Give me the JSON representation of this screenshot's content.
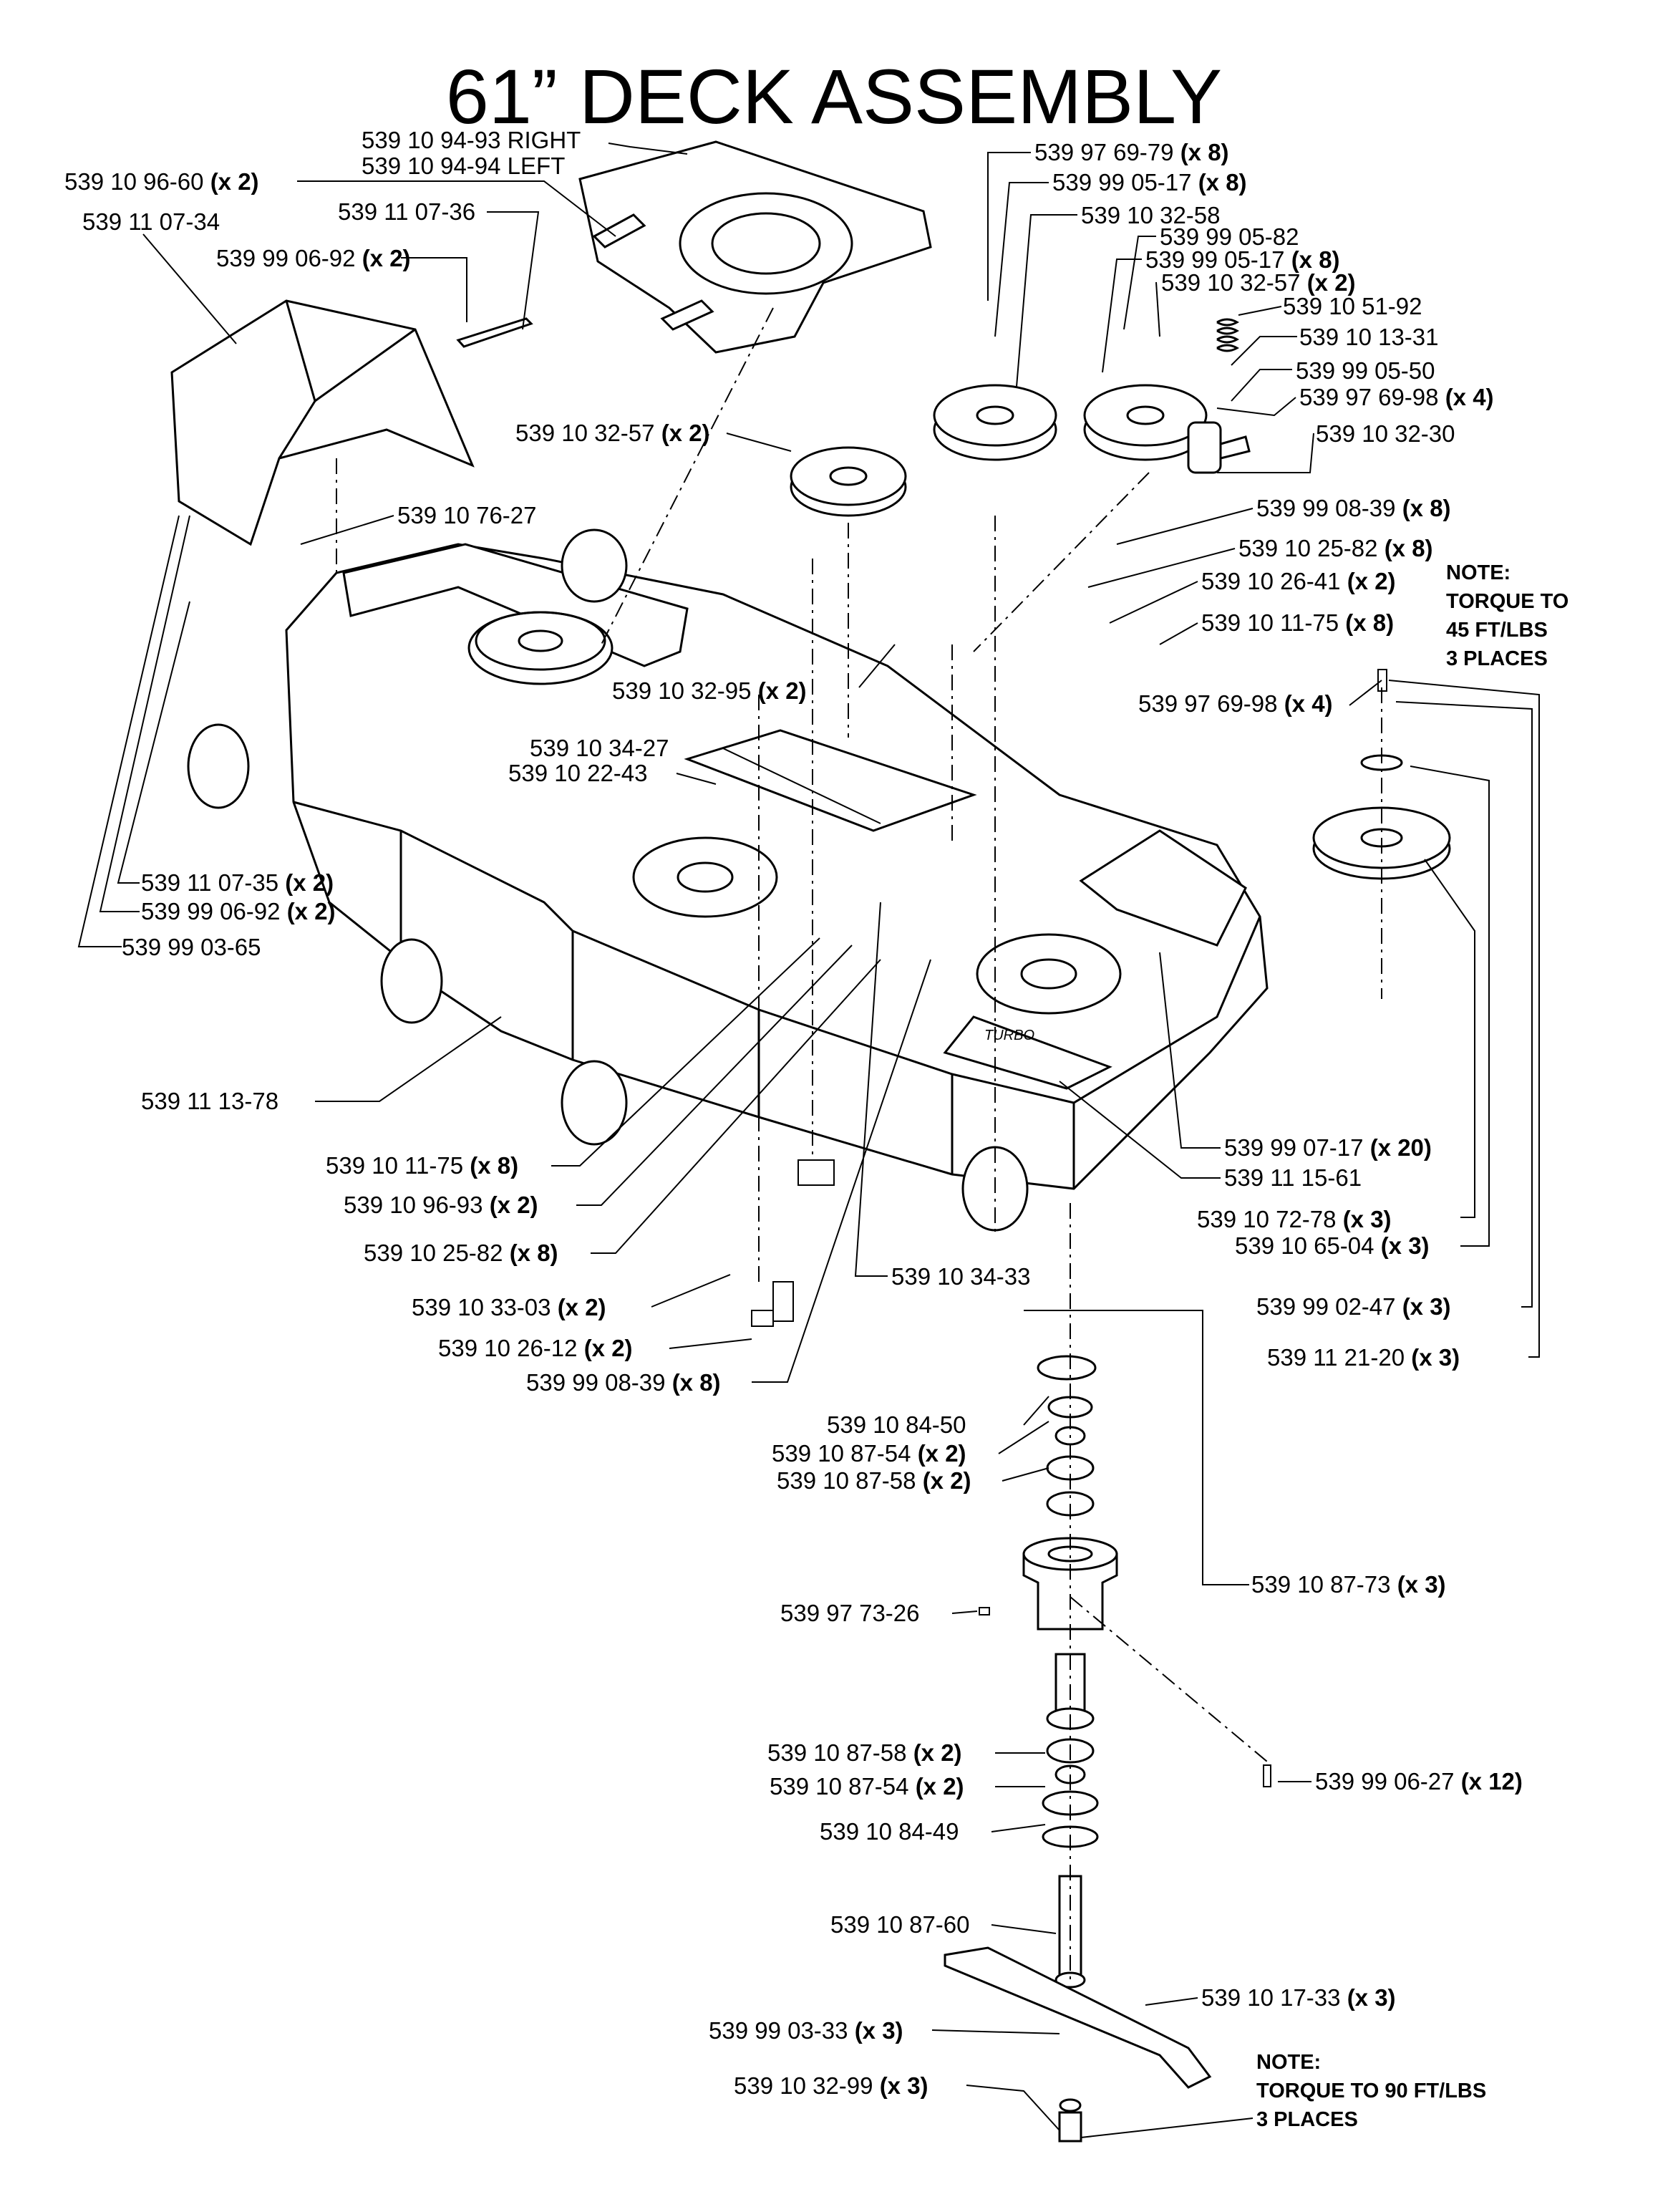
{
  "title": "61” DECK ASSEMBLY",
  "labels": [
    {
      "part": "539 10 94-93 RIGHT",
      "qty": ""
    },
    {
      "part": "539 10 94-94 LEFT",
      "qty": ""
    },
    {
      "part": "539 10 96-60",
      "qty": "(x 2)"
    },
    {
      "part": "539 11 07-34",
      "qty": ""
    },
    {
      "part": "539 11 07-36",
      "qty": ""
    },
    {
      "part": "539 99 06-92",
      "qty": "(x 2)"
    },
    {
      "part": "539 10 32-57",
      "qty": "(x 2)"
    },
    {
      "part": "539 10 76-27",
      "qty": ""
    },
    {
      "part": "539 10 32-95",
      "qty": "(x 2)"
    },
    {
      "part": "539 10 34-27",
      "qty": ""
    },
    {
      "part": "539 10 22-43",
      "qty": ""
    },
    {
      "part": "539 11 07-35",
      "qty": "(x 2)"
    },
    {
      "part": "539 99 06-92",
      "qty": "(x 2)"
    },
    {
      "part": "539 99 03-65",
      "qty": ""
    },
    {
      "part": "539 11 13-78",
      "qty": ""
    },
    {
      "part": "539 10 11-75",
      "qty": "(x 8)"
    },
    {
      "part": "539 10 96-93",
      "qty": "(x 2)"
    },
    {
      "part": "539 10 25-82",
      "qty": "(x 8)"
    },
    {
      "part": "539 10 33-03",
      "qty": "(x 2)"
    },
    {
      "part": "539 10 26-12",
      "qty": "(x 2)"
    },
    {
      "part": "539 99 08-39",
      "qty": "(x 8)"
    },
    {
      "part": "539 10 34-33",
      "qty": ""
    },
    {
      "part": "539 97 69-79",
      "qty": "(x 8)"
    },
    {
      "part": "539 99 05-17",
      "qty": "(x 8)"
    },
    {
      "part": "539 10 32-58",
      "qty": ""
    },
    {
      "part": "539 99 05-82",
      "qty": ""
    },
    {
      "part": "539 99 05-17",
      "qty": "(x 8)"
    },
    {
      "part": "539 10 32-57",
      "qty": "(x 2)"
    },
    {
      "part": "539 10 51-92",
      "qty": ""
    },
    {
      "part": "539 10 13-31",
      "qty": ""
    },
    {
      "part": "539 99 05-50",
      "qty": ""
    },
    {
      "part": "539 97 69-98",
      "qty": "(x 4)"
    },
    {
      "part": "539 10 32-30",
      "qty": ""
    },
    {
      "part": "539 99 08-39",
      "qty": "(x 8)"
    },
    {
      "part": "539 10 25-82",
      "qty": "(x 8)"
    },
    {
      "part": "539 10 26-41",
      "qty": "(x 2)"
    },
    {
      "part": "539 10 11-75",
      "qty": "(x 8)"
    },
    {
      "part": "539 97 69-98",
      "qty": "(x 4)"
    },
    {
      "part": "539 99 07-17",
      "qty": "(x 20)"
    },
    {
      "part": "539 11 15-61",
      "qty": ""
    },
    {
      "part": "539 10 72-78",
      "qty": "(x 3)"
    },
    {
      "part": "539 10 65-04",
      "qty": "(x 3)"
    },
    {
      "part": "539 99 02-47",
      "qty": "(x 3)"
    },
    {
      "part": "539 11 21-20",
      "qty": "(x 3)"
    },
    {
      "part": "539 10 84-50",
      "qty": ""
    },
    {
      "part": "539 10 87-54",
      "qty": "(x 2)"
    },
    {
      "part": "539 10 87-58",
      "qty": "(x 2)"
    },
    {
      "part": "539 10 87-73",
      "qty": "(x 3)"
    },
    {
      "part": "539 97 73-26",
      "qty": ""
    },
    {
      "part": "539 10 87-58",
      "qty": "(x 2)"
    },
    {
      "part": "539 10 87-54",
      "qty": "(x 2)"
    },
    {
      "part": "539 10 84-49",
      "qty": ""
    },
    {
      "part": "539 99 06-27",
      "qty": "(x 12)"
    },
    {
      "part": "539 10 87-60",
      "qty": ""
    },
    {
      "part": "539 10 17-33",
      "qty": "(x 3)"
    },
    {
      "part": "539 99 03-33",
      "qty": "(x 3)"
    },
    {
      "part": "539 10 32-99",
      "qty": "(x 3)"
    }
  ],
  "notes": {
    "top": [
      "NOTE:",
      "TORQUE TO",
      "45 FT/LBS",
      "3 PLACES"
    ],
    "bottom": [
      "NOTE:",
      "TORQUE TO 90 FT/LBS",
      "3 PLACES"
    ]
  }
}
